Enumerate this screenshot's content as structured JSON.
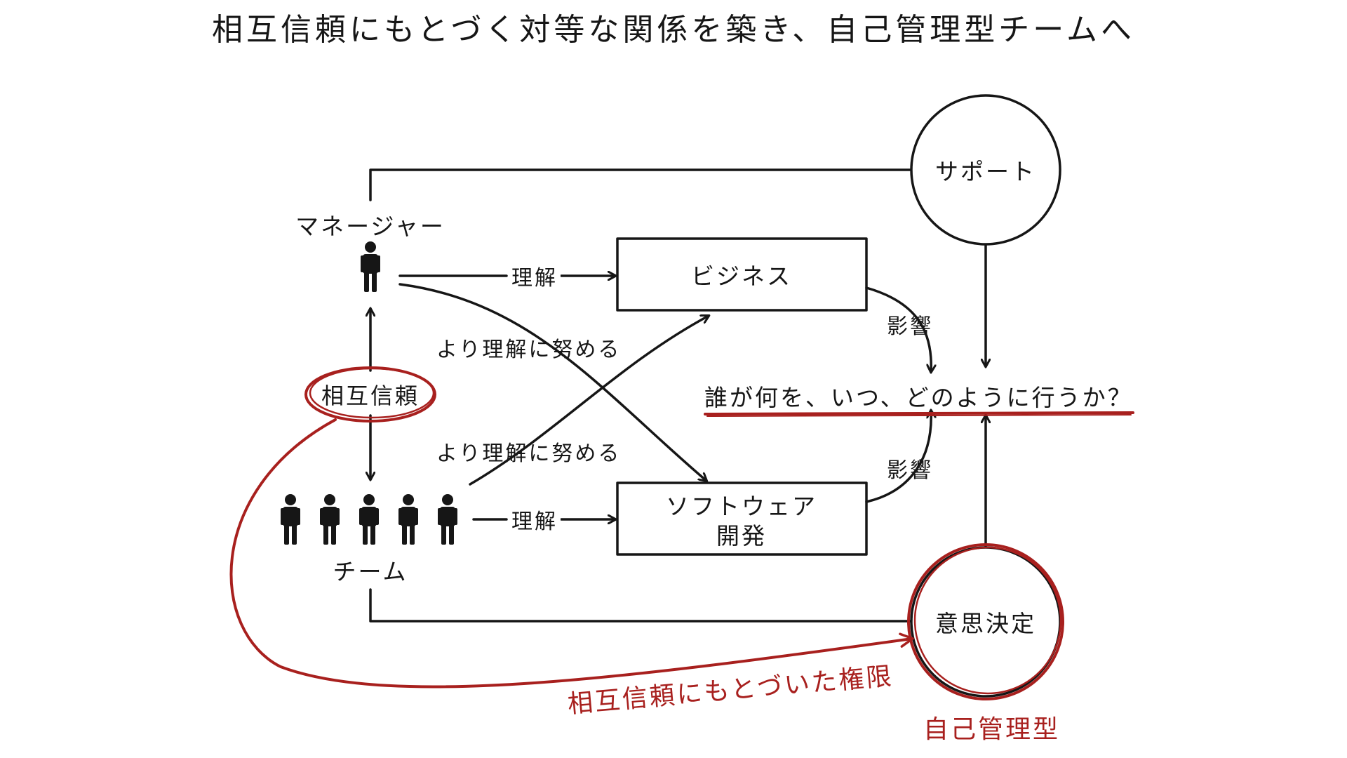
{
  "title": "相互信頼にもとづく対等な関係を築き、自己管理型チームへ",
  "nodes": {
    "manager": "マネージャー",
    "team": "チーム",
    "mutual_trust": "相互信頼",
    "business": "ビジネス",
    "software_line1": "ソフトウェア",
    "software_line2": "開発",
    "support": "サポート",
    "decision": "意思決定",
    "question": "誰が何を、いつ、どのように行うか？"
  },
  "edges": {
    "understand_top": "理解",
    "understand_bottom": "理解",
    "strive_top": "より理解に努める",
    "strive_bottom": "より理解に努める",
    "influence_top": "影響",
    "influence_bottom": "影響"
  },
  "annotations": {
    "authority": "相互信頼にもとづいた権限",
    "self_managed": "自己管理型"
  },
  "colors": {
    "ink": "#161616",
    "accent_red": "#a8201e"
  }
}
